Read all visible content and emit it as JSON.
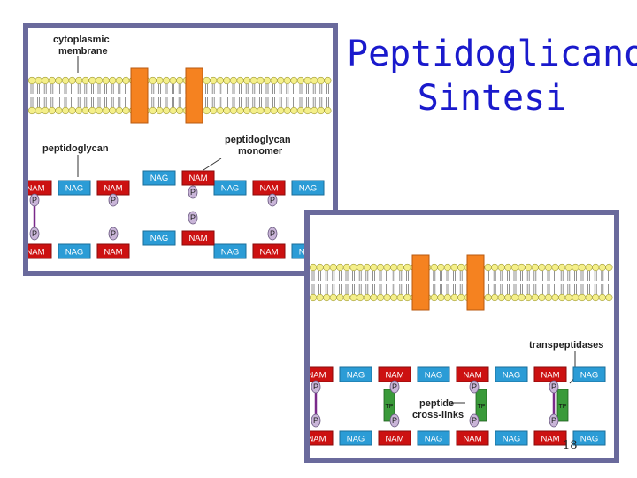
{
  "title": {
    "line1": "Peptidoglicano",
    "line2": "Sintesi"
  },
  "page_number": "18",
  "panel_top": {
    "labels": {
      "membrane": [
        "cytoplasmic",
        "membrane"
      ],
      "peptidoglycan": "peptidoglycan",
      "monomer": [
        "peptidoglycan",
        "monomer"
      ]
    },
    "top_row": [
      "NAM",
      "NAG",
      "NAM",
      "NAG",
      "NAM",
      "NAG",
      "NAM",
      "NAG"
    ],
    "bottom_row": [
      "NAM",
      "NAG",
      "NAM",
      "NAG",
      "NAM",
      "NAG",
      "NAM",
      "NAG"
    ],
    "phosphate": "P"
  },
  "panel_bottom": {
    "labels": {
      "transpeptidases": "transpeptidases",
      "crosslinks": [
        "peptide",
        "cross-links"
      ],
      "tp": "TP"
    },
    "top_row": [
      "NAM",
      "NAG",
      "NAM",
      "NAG",
      "NAM",
      "NAG",
      "NAM",
      "NAG"
    ],
    "bottom_row": [
      "NAM",
      "NAG",
      "NAM",
      "NAG",
      "NAM",
      "NAG",
      "NAM",
      "NAG"
    ],
    "phosphate": "P"
  },
  "colors": {
    "nam": "#cc1111",
    "nag": "#2b9cd6",
    "channel": "#f58220",
    "head": "#f4ef8a",
    "phosphate": "#c9b5d8",
    "tp": "#3a9a3a",
    "link": "#7a2a8a",
    "frame": "#6a6a9c",
    "title": "#1a1acc"
  }
}
